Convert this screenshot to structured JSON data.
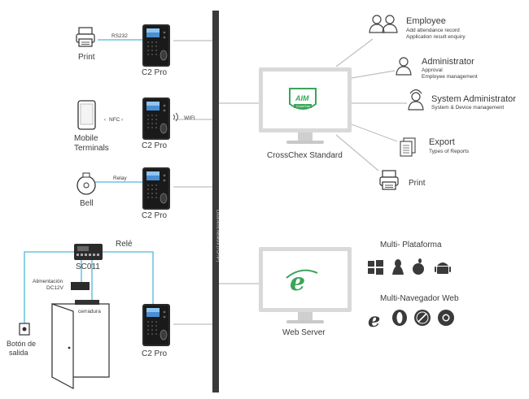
{
  "backbone": {
    "label": "Local Area Network (TCP/IP)"
  },
  "devices": {
    "c2pro_label": "C2 Pro",
    "print": {
      "label": "Print",
      "link": "RS232"
    },
    "mobile": {
      "label_line1": "Mobile",
      "label_line2": "Terminals",
      "link": "NFC"
    },
    "wifi": {
      "label": "WIFI"
    },
    "bell": {
      "label": "Bell",
      "link": "Relay"
    },
    "sc011": {
      "label": "SC011",
      "rele": "Relé"
    },
    "power": {
      "line1": "Alimentación",
      "line2": "DC12V"
    },
    "lock": {
      "label": "cerradura"
    },
    "exit": {
      "line1": "Botón de",
      "line2": "salida"
    }
  },
  "software": {
    "crosschex": {
      "label": "CrossChex Standard",
      "logo_text": "AIM",
      "logo_sub": "CrossChex"
    },
    "webserver": {
      "label": "Web Server"
    }
  },
  "roles": {
    "employee": {
      "title": "Employee",
      "line1": "Add attendance record",
      "line2": "Application result enquiry"
    },
    "admin": {
      "title": "Administrator",
      "line1": "Approval",
      "line2": "Employee management"
    },
    "sysadmin": {
      "title": "System Administrator",
      "line1": "System & Device management"
    },
    "export": {
      "title": "Export",
      "line1": "Types of Reports"
    },
    "print": {
      "title": "Print"
    }
  },
  "platforms": {
    "multi_platform": "Multi- Plataforma",
    "multi_browser": "Multi-Navegador Web",
    "os_icons": [
      "windows-icon",
      "linux-icon",
      "apple-icon",
      "android-icon"
    ],
    "browser_icons": [
      "internet-explorer-icon",
      "opera-icon",
      "safari-icon",
      "chrome-icon"
    ]
  },
  "colors": {
    "cyan_link": "#4db8d9",
    "gray_line": "#bfbfbf",
    "bus": "#3a3a3a",
    "brand_green": "#3aa55a"
  }
}
